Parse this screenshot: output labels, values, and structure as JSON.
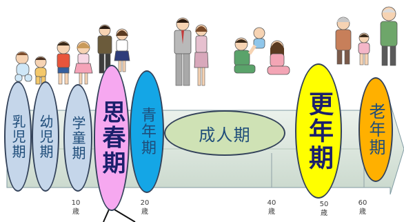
{
  "stages": {
    "infant": "乳児期",
    "toddler": "幼児期",
    "school": "学童期",
    "puberty": "思春期",
    "youth": "青年期",
    "adult": "成人期",
    "menopause": "更年期",
    "elder": "老年期"
  },
  "ticks": [
    {
      "age": "10",
      "unit": "歳"
    },
    {
      "age": "20",
      "unit": "歳"
    },
    {
      "age": "40",
      "unit": "歳"
    },
    {
      "age": "50",
      "unit": "歳"
    },
    {
      "age": "60",
      "unit": "歳"
    }
  ],
  "colors": {
    "arrow_light": "#e6efe7",
    "arrow_dark": "#cfdcd2",
    "oval_blue_light": "#c5d6ea",
    "oval_pink": "#f6a8f0",
    "oval_cyan": "#14a6e6",
    "oval_green": "#cfe2b5",
    "oval_yellow": "#ffff00",
    "oval_orange": "#ffb000"
  }
}
